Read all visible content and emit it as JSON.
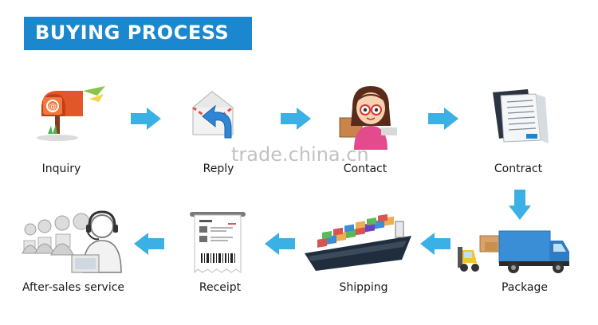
{
  "header": {
    "title": "BUYING PROCESS"
  },
  "steps": [
    {
      "label": "Inquiry",
      "icon": "mailbox-icon"
    },
    {
      "label": "Reply",
      "icon": "envelope-reply-icon"
    },
    {
      "label": "Contact",
      "icon": "girl-with-glasses-icon"
    },
    {
      "label": "Contract",
      "icon": "document-stack-icon"
    },
    {
      "label": "Package",
      "icon": "delivery-truck-icon"
    },
    {
      "label": "Shipping",
      "icon": "cargo-ship-icon"
    },
    {
      "label": "Receipt",
      "icon": "receipt-icon"
    },
    {
      "label": "After-sales service",
      "icon": "call-center-icon"
    }
  ],
  "watermark": "trade.china.cn",
  "colors": {
    "banner": "#1a87cf",
    "arrow": "#3ab0e4"
  }
}
